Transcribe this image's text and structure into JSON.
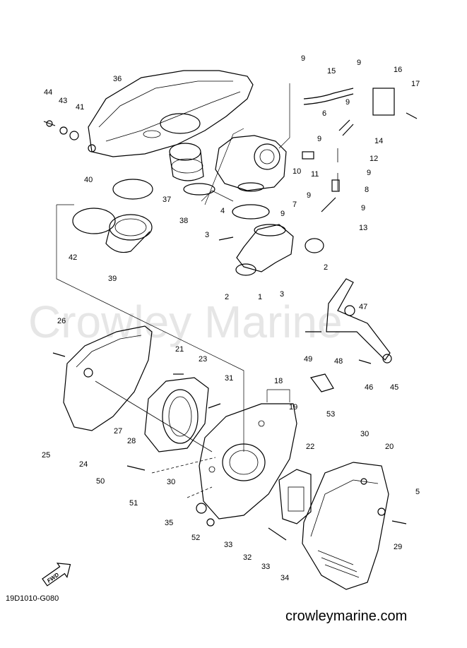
{
  "watermark": "Crowley Marine",
  "drawing_code": "19D1010-G080",
  "site": "crowleymarine.com",
  "fwd_label": "FWD",
  "callouts": [
    "1",
    "2",
    "2",
    "3",
    "3",
    "4",
    "5",
    "6",
    "7",
    "8",
    "9",
    "9",
    "9",
    "9",
    "9",
    "9",
    "9",
    "10",
    "11",
    "12",
    "13",
    "14",
    "15",
    "16",
    "17",
    "18",
    "19",
    "20",
    "21",
    "22",
    "23",
    "24",
    "25",
    "26",
    "27",
    "28",
    "29",
    "30",
    "30",
    "31",
    "32",
    "33",
    "33",
    "34",
    "35",
    "36",
    "37",
    "38",
    "39",
    "40",
    "41",
    "42",
    "43",
    "44",
    "45",
    "46",
    "47",
    "48",
    "49",
    "50",
    "51",
    "52",
    "53"
  ]
}
